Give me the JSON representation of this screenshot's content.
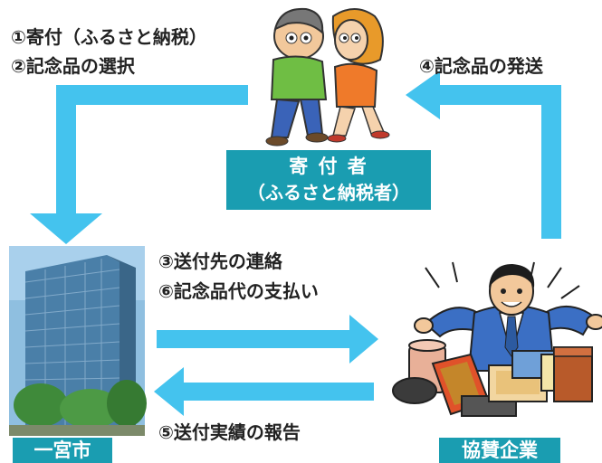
{
  "donor": {
    "label_line1": "寄 付 者",
    "label_line2": "（ふるさと納税者）"
  },
  "city": {
    "label": "一宮市"
  },
  "sponsor": {
    "label": "協賛企業"
  },
  "steps": {
    "s1": "①寄付（ふるさと納税）",
    "s2": "②記念品の選択",
    "s3": "③送付先の連絡",
    "s4": "④記念品の発送",
    "s5": "⑤送付実績の報告",
    "s6": "⑥記念品代の支払い"
  },
  "colors": {
    "arrow": "#44c3ee",
    "label_box": "#1a9db1",
    "building_sky": "#8fbfe0",
    "building_glass": "#4a7fa8",
    "tree_green": "#3f8a3a"
  },
  "icons": [
    "couple-illustration-icon",
    "office-building-photo-icon",
    "businessman-with-gifts-icon"
  ]
}
